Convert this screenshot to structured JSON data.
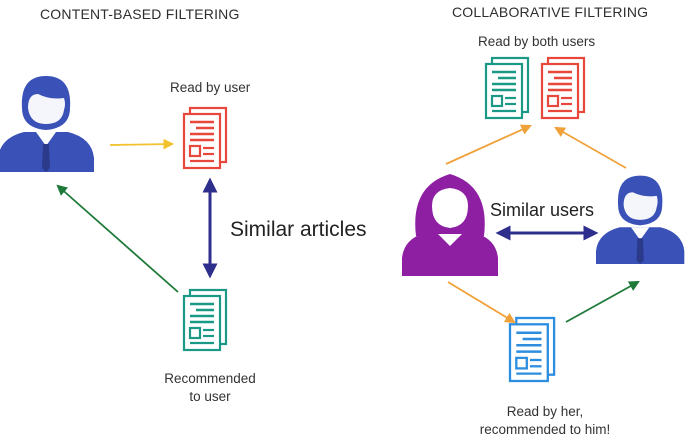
{
  "content_based": {
    "title": "CONTENT-BASED FILTERING",
    "read_by_user": "Read by user",
    "similar_articles": "Similar articles",
    "recommended_line1": "Recommended",
    "recommended_line2": "to user"
  },
  "collaborative": {
    "title": "COLLABORATIVE FILTERING",
    "read_by_both": "Read by both users",
    "similar_users": "Similar users",
    "read_by_her_line1": "Read by her,",
    "read_by_her_line2": "recommended to him!"
  },
  "colors": {
    "male_user": "#3a52b8",
    "female_user": "#8e1fa3",
    "doc_red": "#e8473c",
    "doc_teal": "#1a9a86",
    "doc_blue": "#2d8ee0",
    "arrow_yellow": "#f2c12e",
    "arrow_green": "#1f7a3a",
    "arrow_orange": "#f0a23a",
    "arrow_navy": "#2e2f8c"
  },
  "icons": [
    "user-male-icon",
    "user-female-icon",
    "document-icon"
  ]
}
